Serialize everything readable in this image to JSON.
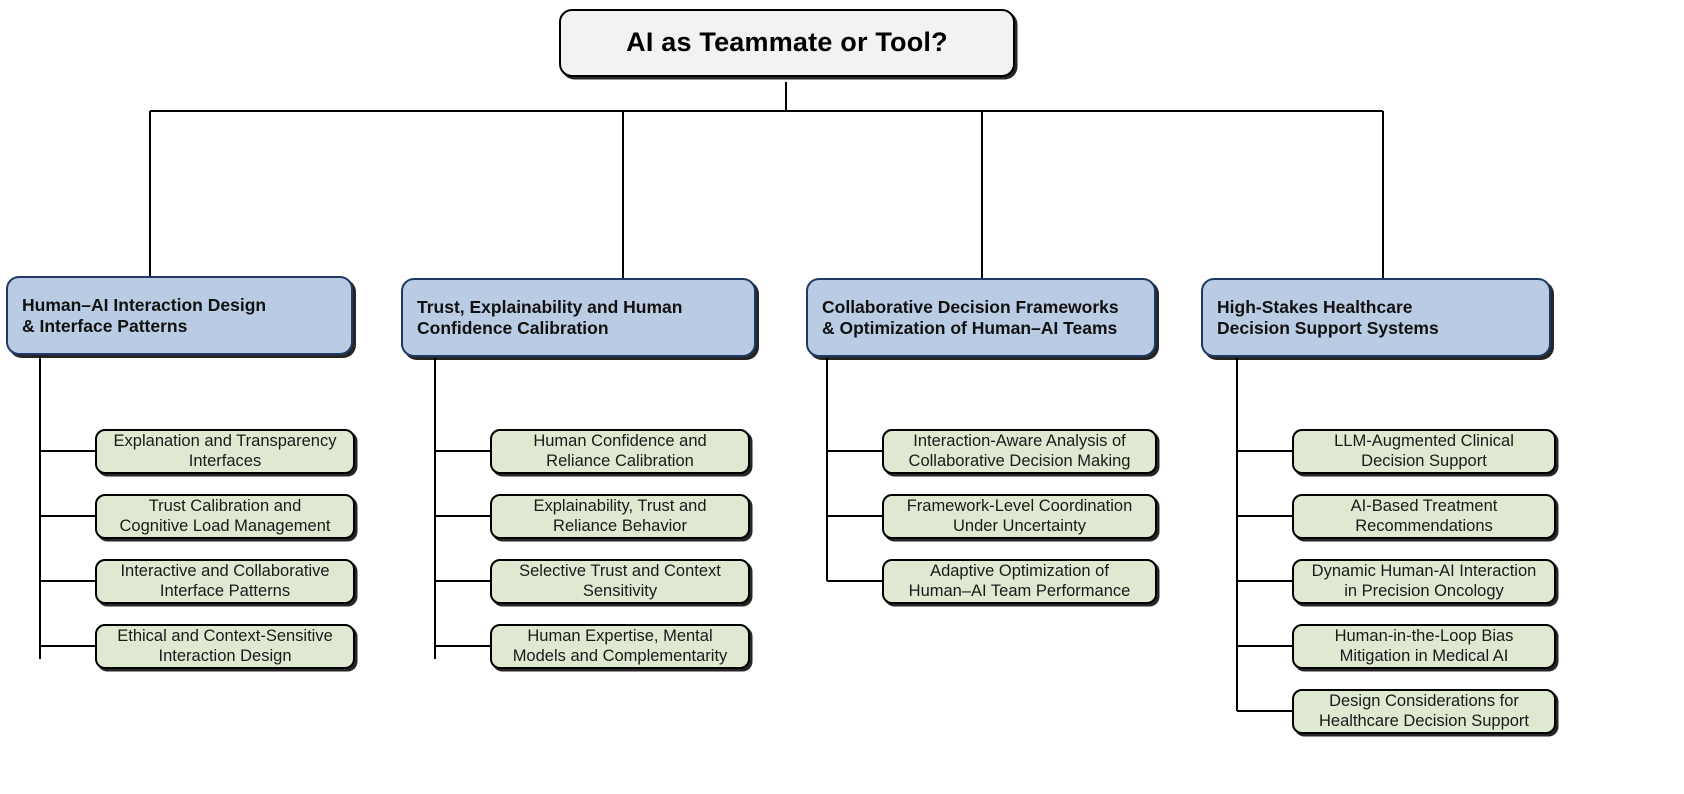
{
  "diagram": {
    "type": "hierarchy-tree",
    "orientation": "top-down",
    "colors": {
      "root_fill": "#f2f2f2",
      "root_border": "#000000",
      "branch_fill": "#b9cce4",
      "branch_border": "#1f3864",
      "leaf_fill": "#dfe9d2",
      "leaf_border": "#000000",
      "edge": "#000000",
      "background": "#ffffff"
    },
    "root": {
      "label": "AI as Teammate or Tool?"
    },
    "branches": [
      {
        "label": "Human–AI Interaction Design\n& Interface Patterns",
        "leaves": [
          {
            "label": "Explanation and Transparency\nInterfaces"
          },
          {
            "label": "Trust Calibration and\nCognitive Load Management"
          },
          {
            "label": "Interactive and Collaborative\nInterface Patterns"
          },
          {
            "label": "Ethical and Context-Sensitive\nInteraction Design"
          }
        ]
      },
      {
        "label": "Trust, Explainability and Human\nConfidence Calibration",
        "leaves": [
          {
            "label": "Human Confidence and\nReliance Calibration"
          },
          {
            "label": "Explainability, Trust and\nReliance Behavior"
          },
          {
            "label": "Selective Trust and Context\nSensitivity"
          },
          {
            "label": "Human Expertise, Mental\nModels and Complementarity"
          }
        ]
      },
      {
        "label": "Collaborative Decision Frameworks\n& Optimization of Human–AI Teams",
        "leaves": [
          {
            "label": "Interaction-Aware Analysis of\nCollaborative Decision Making"
          },
          {
            "label": "Framework-Level Coordination\nUnder Uncertainty"
          },
          {
            "label": "Adaptive Optimization of\nHuman–AI Team Performance"
          }
        ]
      },
      {
        "label": "High-Stakes Healthcare\nDecision Support Systems",
        "leaves": [
          {
            "label": "LLM-Augmented Clinical\nDecision Support"
          },
          {
            "label": "AI-Based Treatment\nRecommendations"
          },
          {
            "label": "Dynamic Human-AI Interaction\nin Precision Oncology"
          },
          {
            "label": "Human-in-the-Loop Bias\nMitigation in Medical AI"
          },
          {
            "label": "Design Considerations for\nHealthcare Decision Support"
          }
        ]
      }
    ]
  }
}
